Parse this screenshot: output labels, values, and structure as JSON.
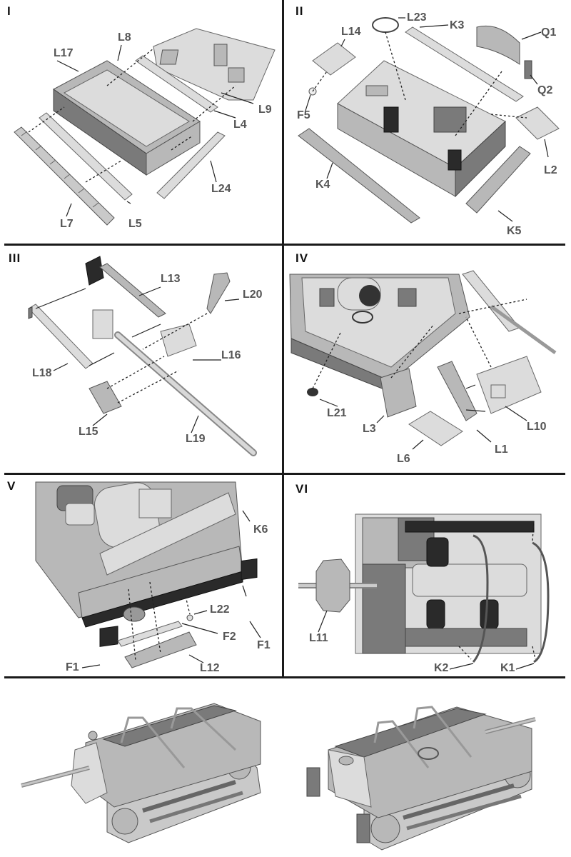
{
  "title": "Assembly instructions - tracked tank destroyer model",
  "steps": [
    {
      "number": "I",
      "parts": [
        "L17",
        "L8",
        "L9",
        "L4",
        "L24",
        "L5",
        "L7"
      ]
    },
    {
      "number": "II",
      "parts": [
        "L23",
        "K3",
        "Q1",
        "L14",
        "Q2",
        "F5",
        "L2",
        "K4",
        "K5"
      ]
    },
    {
      "number": "III",
      "parts": [
        "L13",
        "L20",
        "L16",
        "L18",
        "L15",
        "L19"
      ]
    },
    {
      "number": "IV",
      "parts": [
        "L21",
        "L3",
        "L10",
        "L1",
        "L6"
      ]
    },
    {
      "number": "V",
      "parts": [
        "K6",
        "L22",
        "F2",
        "F1",
        "F1",
        "L12"
      ]
    },
    {
      "number": "VI",
      "parts": [
        "L11",
        "K2",
        "K1"
      ]
    }
  ],
  "final_views": [
    {
      "name": "front-left-view"
    },
    {
      "name": "rear-right-view"
    }
  ],
  "colors": {
    "line": "#1a1a1a",
    "label": "#555555",
    "step_number": "#111111",
    "model_gray": "#b8b8b8"
  }
}
